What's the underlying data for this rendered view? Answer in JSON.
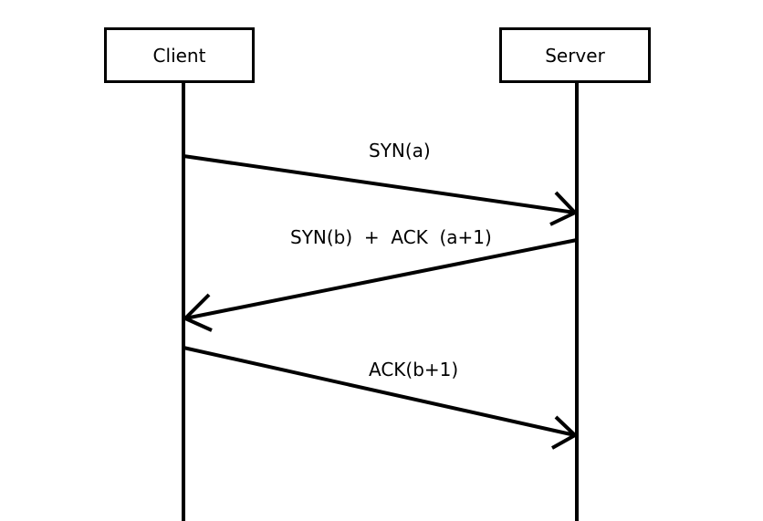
{
  "actors": {
    "client": "Client",
    "server": "Server"
  },
  "messages": [
    {
      "label": "SYN(a)",
      "from": "Client",
      "to": "Server"
    },
    {
      "label": "SYN(b)  +  ACK  (a+1)",
      "from": "Server",
      "to": "Client"
    },
    {
      "label": "ACK(b+1)",
      "from": "Client",
      "to": "Server"
    }
  ],
  "colors": {
    "line": "#000000",
    "background": "#ffffff"
  }
}
